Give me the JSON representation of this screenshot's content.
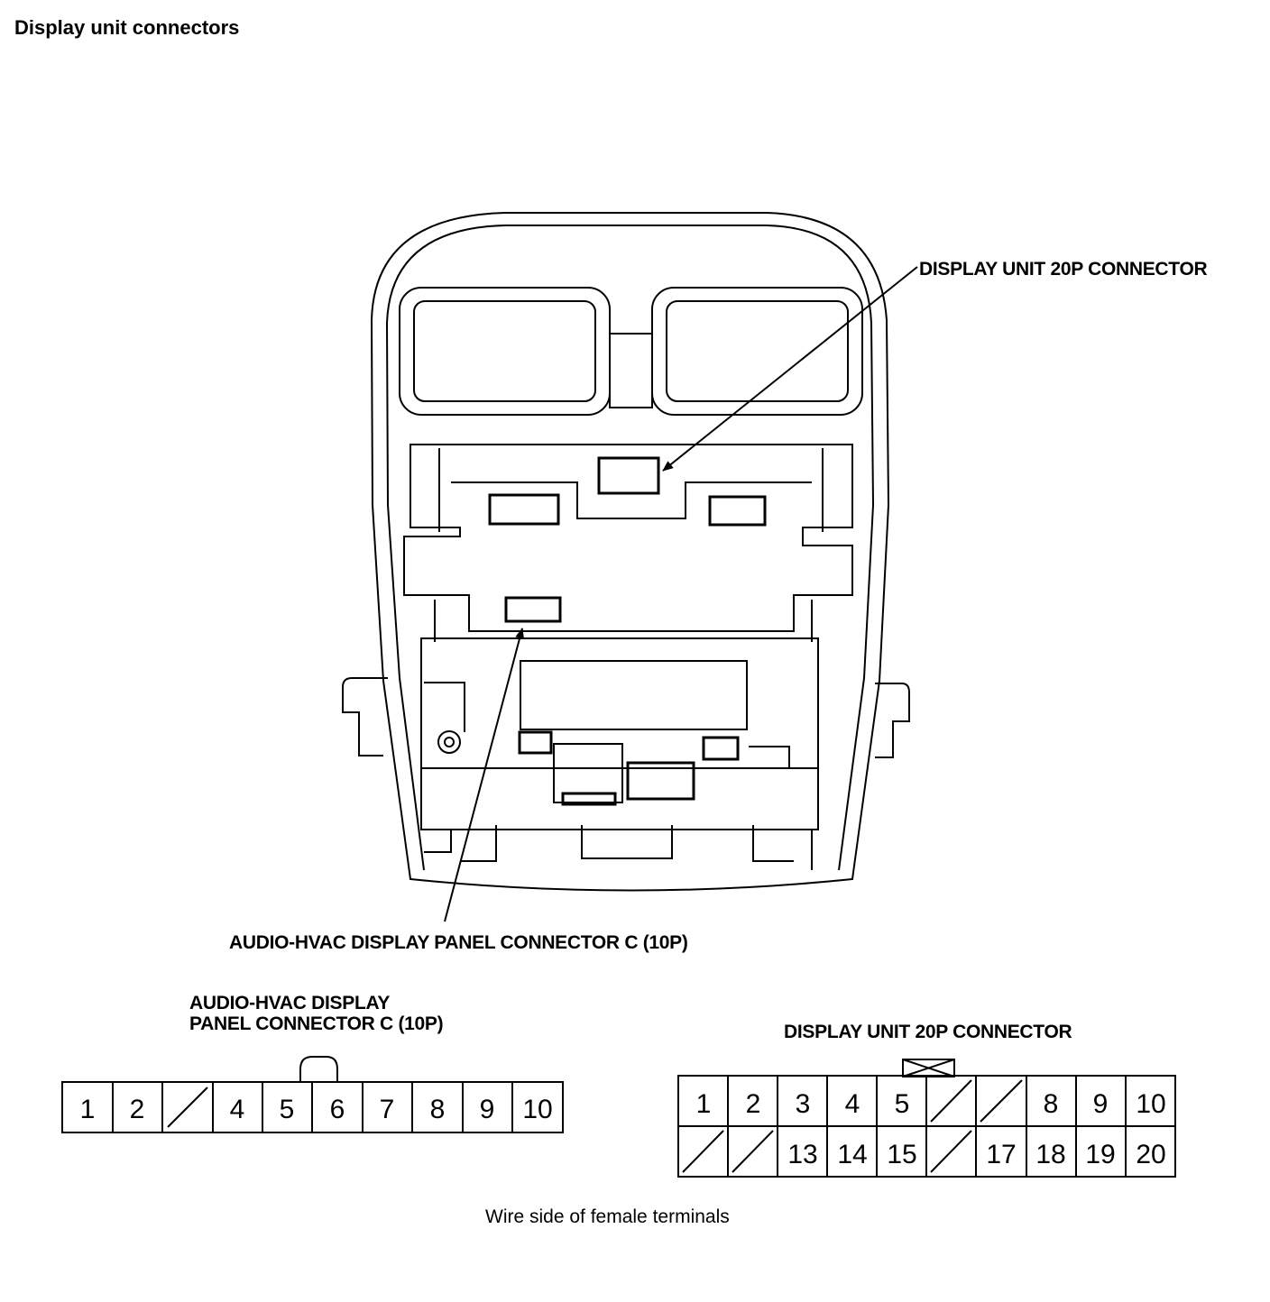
{
  "title": "Display unit connectors",
  "callouts": {
    "display_20p": "DISPLAY UNIT 20P CONNECTOR",
    "audio_hvac_10p": "AUDIO-HVAC DISPLAY PANEL CONNECTOR C (10P)"
  },
  "connector_10p": {
    "caption_line1": "AUDIO-HVAC DISPLAY",
    "caption_line2": "PANEL CONNECTOR C (10P)",
    "cells": [
      "1",
      "2",
      "",
      "4",
      "5",
      "6",
      "7",
      "8",
      "9",
      "10"
    ]
  },
  "connector_20p": {
    "caption": "DISPLAY UNIT 20P CONNECTOR",
    "row1": [
      "1",
      "2",
      "3",
      "4",
      "5",
      "",
      "",
      "8",
      "9",
      "10"
    ],
    "row2": [
      "",
      "",
      "13",
      "14",
      "15",
      "",
      "17",
      "18",
      "19",
      "20"
    ]
  },
  "footnote": "Wire side of female terminals"
}
